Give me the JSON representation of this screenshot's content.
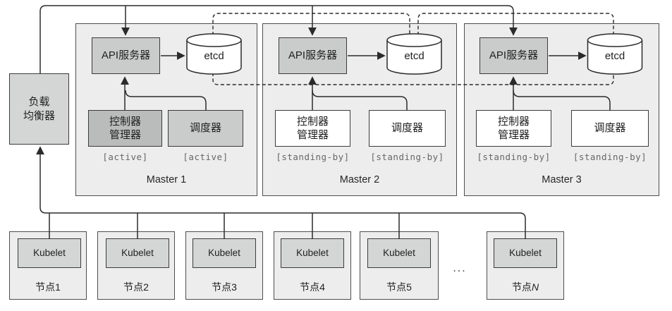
{
  "load_balancer": {
    "line1": "负载",
    "line2": "均衡器"
  },
  "masters": [
    {
      "name": "Master 1",
      "api_label": "API服务器",
      "etcd_label": "etcd",
      "controller_line1": "控制器",
      "controller_line2": "管理器",
      "scheduler_label": "调度器",
      "controller_status": "[active]",
      "scheduler_status": "[active]"
    },
    {
      "name": "Master 2",
      "api_label": "API服务器",
      "etcd_label": "etcd",
      "controller_line1": "控制器",
      "controller_line2": "管理器",
      "scheduler_label": "调度器",
      "controller_status": "[standing-by]",
      "scheduler_status": "[standing-by]"
    },
    {
      "name": "Master 3",
      "api_label": "API服务器",
      "etcd_label": "etcd",
      "controller_line1": "控制器",
      "controller_line2": "管理器",
      "scheduler_label": "调度器",
      "controller_status": "[standing-by]",
      "scheduler_status": "[standing-by]"
    }
  ],
  "nodes": [
    {
      "kubelet": "Kubelet",
      "label": "节点1",
      "label_italic": ""
    },
    {
      "kubelet": "Kubelet",
      "label": "节点2",
      "label_italic": ""
    },
    {
      "kubelet": "Kubelet",
      "label": "节点3",
      "label_italic": ""
    },
    {
      "kubelet": "Kubelet",
      "label": "节点4",
      "label_italic": ""
    },
    {
      "kubelet": "Kubelet",
      "label": "节点5",
      "label_italic": ""
    },
    {
      "kubelet": "Kubelet",
      "label": "节点",
      "label_italic": "N"
    }
  ],
  "ellipsis": "...",
  "colors": {
    "panel_fill": "#ededed",
    "component_fill": "#c9ccca",
    "active_component_fill": "#b9bcbb",
    "standby_component_fill": "#ffffff",
    "kubelet_fill": "#d3d6d5",
    "line": "#2b2b2b",
    "status_text": "#676767"
  }
}
